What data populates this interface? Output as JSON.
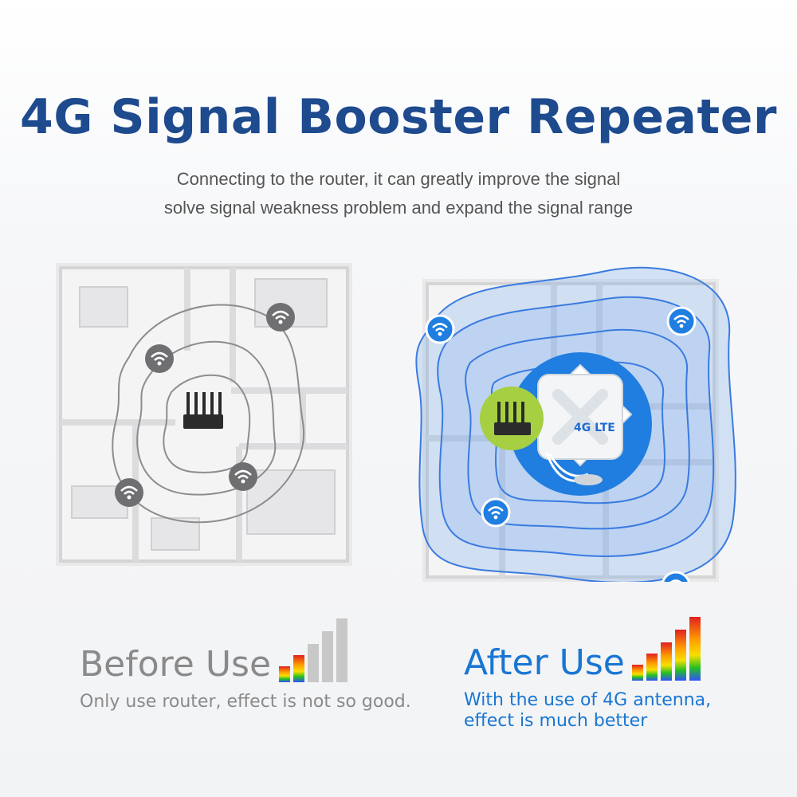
{
  "header": {
    "title": "4G Signal Booster Repeater",
    "subtitle_line1": "Connecting to the router, it can greatly improve the signal",
    "subtitle_line2": "solve signal weakness problem and expand the signal range"
  },
  "before": {
    "title": "Before Use",
    "caption": "Only use router, effect is not so good.",
    "signal_level": "weak"
  },
  "after": {
    "title": "After Use",
    "caption_line1": "With the use of 4G antenna,",
    "caption_line2": "effect is much better",
    "signal_level": "full",
    "antenna_logo_text": "4G LTE"
  },
  "icons": {
    "router": "router-icon",
    "wifi": "wifi-icon",
    "signal": "signal-bars-icon",
    "antenna": "antenna-icon"
  },
  "colors": {
    "title": "#1e4a8e",
    "after_accent": "#1976d2",
    "before_gray": "#8a8a8a",
    "wave_blue": "#3a7be0",
    "router_highlight": "#9ccc3a"
  }
}
